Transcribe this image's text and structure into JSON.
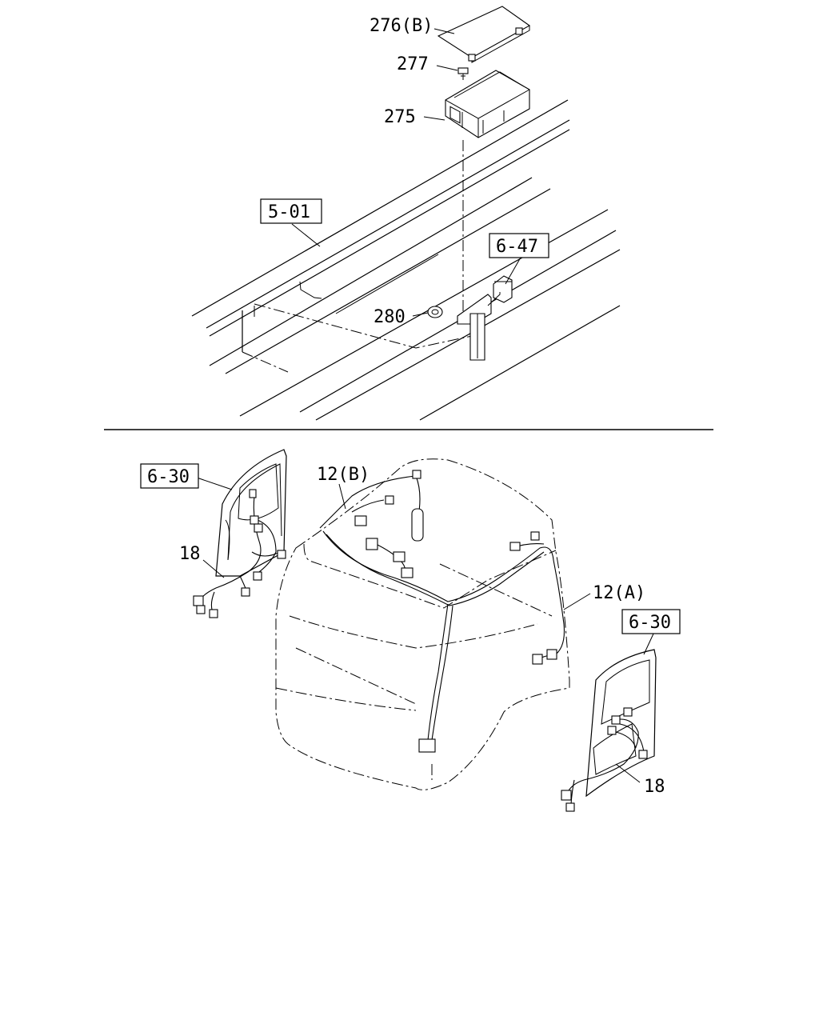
{
  "diagram": {
    "upper": {
      "callouts": {
        "cover": "276(B)",
        "bolt": "277",
        "box": "275",
        "frame_ref": "5-01",
        "bracket_ref": "6-47",
        "nut": "280"
      }
    },
    "lower": {
      "callouts": {
        "door_left_ref": "6-30",
        "door_left_harness": "18",
        "roof_harness_b": "12(B)",
        "roof_harness_a": "12(A)",
        "door_right_ref": "6-30",
        "door_right_harness": "18"
      }
    }
  }
}
